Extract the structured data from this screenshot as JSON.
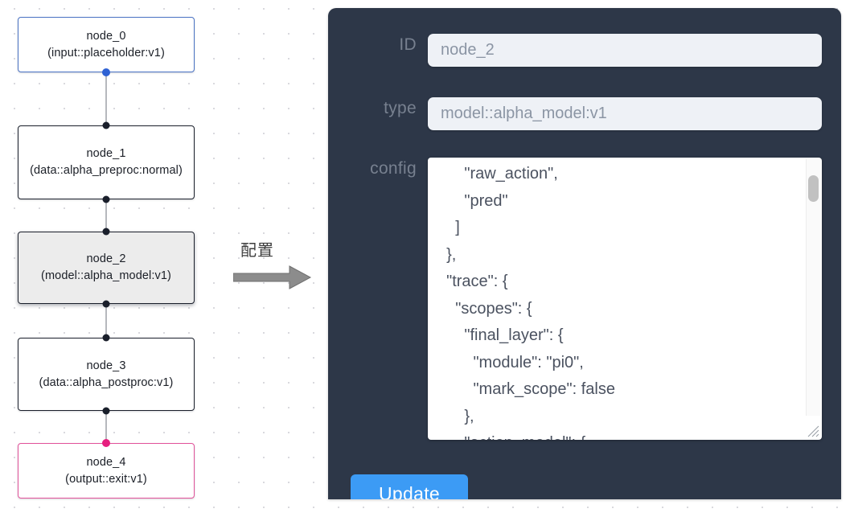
{
  "canvas": {
    "name": "node-graph-canvas",
    "grid": "dot-grid",
    "nodes": [
      {
        "id": "node_0",
        "title": "node_0",
        "subtitle": "(input::placeholder:v1)",
        "kind": "input",
        "selected": false,
        "border_color": "#4a72c4"
      },
      {
        "id": "node_1",
        "title": "node_1",
        "subtitle": "(data::alpha_preproc:normal)",
        "kind": "data",
        "selected": false,
        "border_color": "#1a1f2b"
      },
      {
        "id": "node_2",
        "title": "node_2",
        "subtitle": "(model::alpha_model:v1)",
        "kind": "model",
        "selected": true,
        "border_color": "#1a1f2b",
        "fill_color": "#ececec"
      },
      {
        "id": "node_3",
        "title": "node_3",
        "subtitle": "(data::alpha_postproc:v1)",
        "kind": "data",
        "selected": false,
        "border_color": "#1a1f2b"
      },
      {
        "id": "node_4",
        "title": "node_4",
        "subtitle": "(output::exit:v1)",
        "kind": "output",
        "selected": false,
        "border_color": "#e1529a"
      }
    ],
    "edges": [
      {
        "from": "node_0",
        "to": "node_1"
      },
      {
        "from": "node_1",
        "to": "node_2"
      },
      {
        "from": "node_2",
        "to": "node_3"
      },
      {
        "from": "node_3",
        "to": "node_4"
      }
    ]
  },
  "arrow": {
    "label": "配置",
    "direction": "right",
    "color": "#808080"
  },
  "panel": {
    "background": "#2d3748",
    "fields": {
      "id": {
        "label": "ID",
        "value": "node_2",
        "placeholder": "node_2"
      },
      "type": {
        "label": "type",
        "value": "model::alpha_model:v1",
        "placeholder": "model::alpha_model:v1"
      },
      "config": {
        "label": "config",
        "value": "      \"raw_action\",\n      \"pred\"\n    ]\n  },\n  \"trace\": {\n    \"scopes\": {\n      \"final_layer\": {\n        \"module\": \"pi0\",\n        \"mark_scope\": false\n      },\n      \"action_model\": {"
      }
    },
    "update_button": {
      "label": "Update",
      "color": "#3c9bf5"
    },
    "scrollbar": {
      "name": "config-scrollbar",
      "thumb_position_pct": 7
    }
  }
}
